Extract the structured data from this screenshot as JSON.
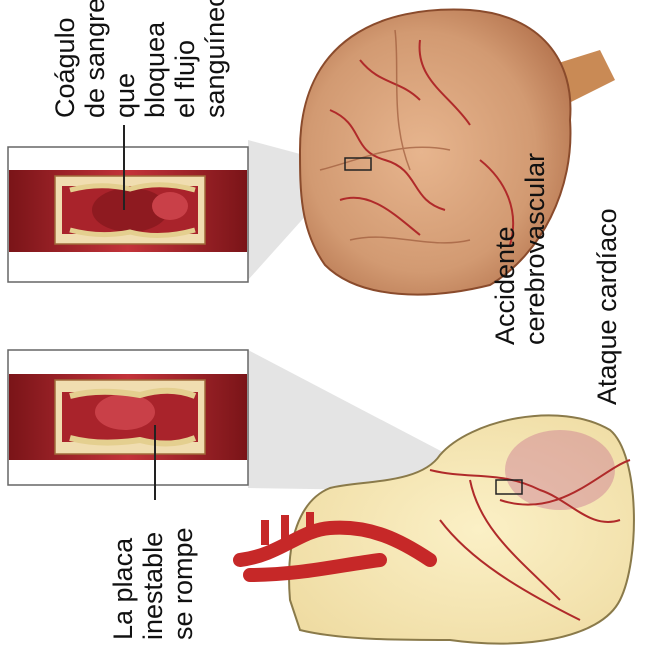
{
  "labels": {
    "clot": [
      "Coágulo",
      "de sangre",
      "que",
      "bloquea",
      "el flujo",
      "sanguíneo"
    ],
    "stroke": [
      "Accidente",
      "cerebrovascular"
    ],
    "heart_attack": [
      "Ataque cardíaco"
    ],
    "plaque": [
      "La placa",
      "inestable",
      "se rompe"
    ]
  },
  "colors": {
    "artery": "#b3252b",
    "artery_dark": "#7a1418",
    "plaque": "#e9d7a2",
    "brain": "#d9a07a",
    "heart": "#f6e8b4",
    "pointer": "#c8c8c8"
  }
}
